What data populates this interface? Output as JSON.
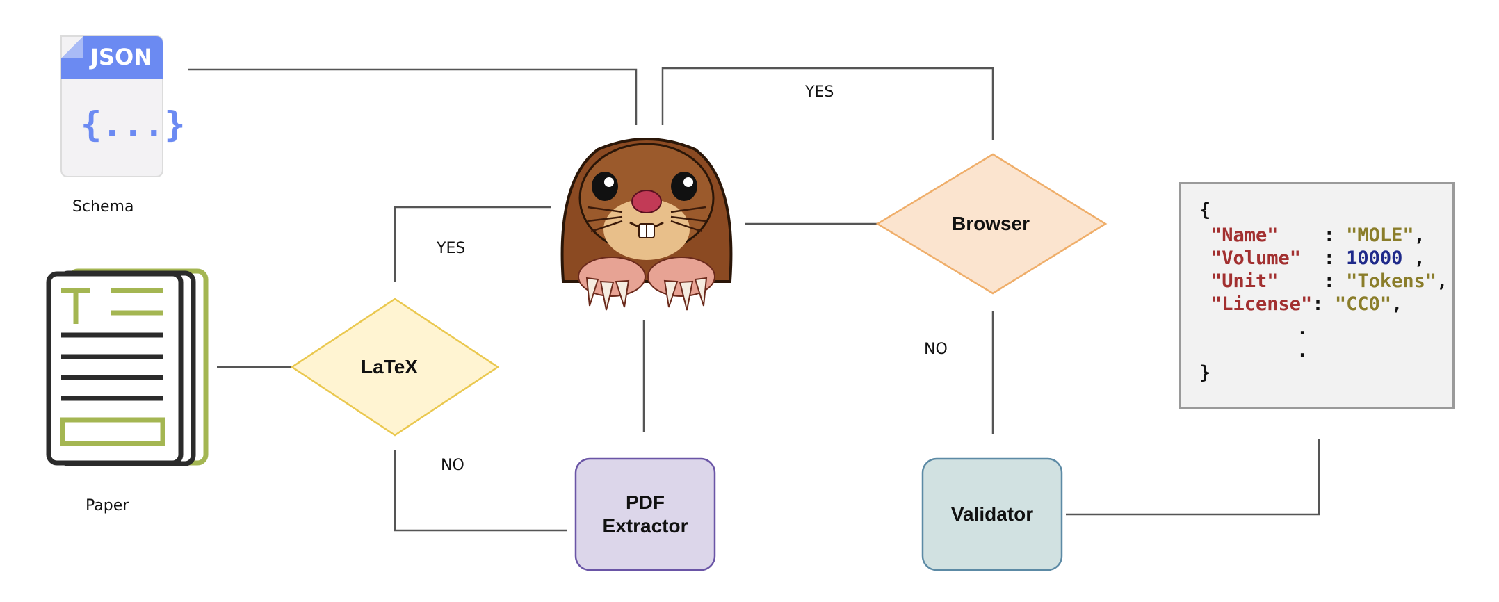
{
  "icons": {
    "schema": {
      "icon": "json-file-icon",
      "badge": "JSON",
      "glyph": "{...}",
      "label": "Schema"
    },
    "paper": {
      "icon": "paper-document-icon",
      "label": "Paper"
    },
    "mole": {
      "icon": "mole-mascot-icon"
    }
  },
  "nodes": {
    "latex": "LaTeX",
    "browser": "Browser",
    "pdf_extractor_line1": "PDF",
    "pdf_extractor_line2": "Extractor",
    "validator": "Validator"
  },
  "edges": {
    "latex_yes": "YES",
    "latex_no": "NO",
    "browser_yes": "YES",
    "browser_no": "NO"
  },
  "json_output": {
    "open_brace": "{",
    "rows": [
      {
        "key": "\"Name\"",
        "pad": "   ",
        "value": "\"MOLE\"",
        "value_type": "string",
        "tail": ","
      },
      {
        "key": "\"Volume\"",
        "pad": " ",
        "value": "10000",
        "value_type": "number",
        "tail": " ,"
      },
      {
        "key": "\"Unit\"",
        "pad": "   ",
        "value": "\"Tokens\"",
        "value_type": "string",
        "tail": ","
      },
      {
        "key": "\"License\"",
        "pad": "",
        "value": "\"CC0\"",
        "value_type": "string",
        "tail": ","
      }
    ],
    "dot1": ".",
    "dot2": ".",
    "close_brace": "}"
  },
  "colors": {
    "latex_fill": "#fff4d2",
    "latex_stroke": "#eac84f",
    "browser_fill": "#fbe4cf",
    "browser_stroke": "#efae6a",
    "pdf_fill": "#dcd6ea",
    "pdf_stroke": "#6a55a6",
    "validator_fill": "#d1e1e1",
    "validator_stroke": "#5c8aa5",
    "json_blue": "#6b8af2",
    "paper_green": "#a4b652",
    "paper_dark": "#2b2b2b",
    "connector": "#555555"
  }
}
